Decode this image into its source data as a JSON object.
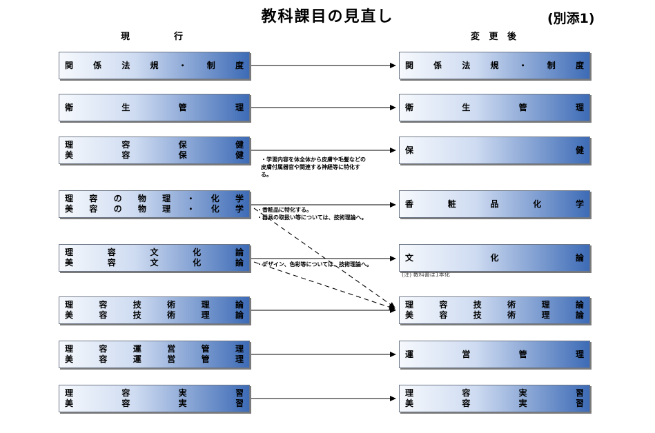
{
  "title": "教科課目の見直し",
  "attachment": "(別添1)",
  "current_header": [
    "現",
    "行"
  ],
  "revised_header": [
    "変",
    "更",
    "後"
  ],
  "current": [
    {
      "lines": [
        [
          "関",
          "係",
          "法",
          "規",
          "・",
          "制",
          "度"
        ]
      ]
    },
    {
      "lines": [
        [
          "衛",
          "生",
          "管",
          "理"
        ]
      ]
    },
    {
      "lines": [
        [
          "理",
          "容",
          "保",
          "健"
        ],
        [
          "美",
          "容",
          "保",
          "健"
        ]
      ]
    },
    {
      "lines": [
        [
          "理",
          "容",
          "の",
          "物",
          "理",
          "・",
          "化",
          "学"
        ],
        [
          "美",
          "容",
          "の",
          "物",
          "理",
          "・",
          "化",
          "学"
        ]
      ]
    },
    {
      "lines": [
        [
          "理",
          "容",
          "文",
          "化",
          "論"
        ],
        [
          "美",
          "容",
          "文",
          "化",
          "論"
        ]
      ]
    },
    {
      "lines": [
        [
          "理",
          "容",
          "技",
          "術",
          "理",
          "論"
        ],
        [
          "美",
          "容",
          "技",
          "術",
          "理",
          "論"
        ]
      ]
    },
    {
      "lines": [
        [
          "理",
          "容",
          "運",
          "営",
          "管",
          "理"
        ],
        [
          "美",
          "容",
          "運",
          "営",
          "管",
          "理"
        ]
      ]
    },
    {
      "lines": [
        [
          "理",
          "容",
          "実",
          "習"
        ],
        [
          "美",
          "容",
          "実",
          "習"
        ]
      ]
    }
  ],
  "revised": [
    {
      "lines": [
        [
          "関",
          "係",
          "法",
          "規",
          "・",
          "制",
          "度"
        ]
      ]
    },
    {
      "lines": [
        [
          "衛",
          "生",
          "管",
          "理"
        ]
      ]
    },
    {
      "lines": [
        [
          "保",
          "健"
        ]
      ]
    },
    {
      "lines": [
        [
          "香",
          "粧",
          "品",
          "化",
          "学"
        ]
      ]
    },
    {
      "lines": [
        [
          "文",
          "化",
          "論"
        ]
      ]
    },
    {
      "lines": [
        [
          "理",
          "容",
          "技",
          "術",
          "理",
          "論"
        ],
        [
          "美",
          "容",
          "技",
          "術",
          "理",
          "論"
        ]
      ]
    },
    {
      "lines": [
        [
          "運",
          "営",
          "管",
          "理"
        ]
      ]
    },
    {
      "lines": [
        [
          "理",
          "容",
          "実",
          "習"
        ],
        [
          "美",
          "容",
          "実",
          "習"
        ]
      ]
    }
  ],
  "notes": {
    "health": "・学習内容を体全体から皮膚や毛髪などの\n皮膚付属器官や関連する神経等に特化す\nる。",
    "chemistry": "・香粧品に特化する。\n・器具の取扱い等については、技術理論へ。",
    "culture": "・デザイン、色彩等については、技術理論へ。"
  },
  "footnote": "(注) 教科書は1本化",
  "colors": {
    "box_dark": "#3d6bb6",
    "box_light": "#f6f9fd",
    "border": "#6b7585"
  }
}
